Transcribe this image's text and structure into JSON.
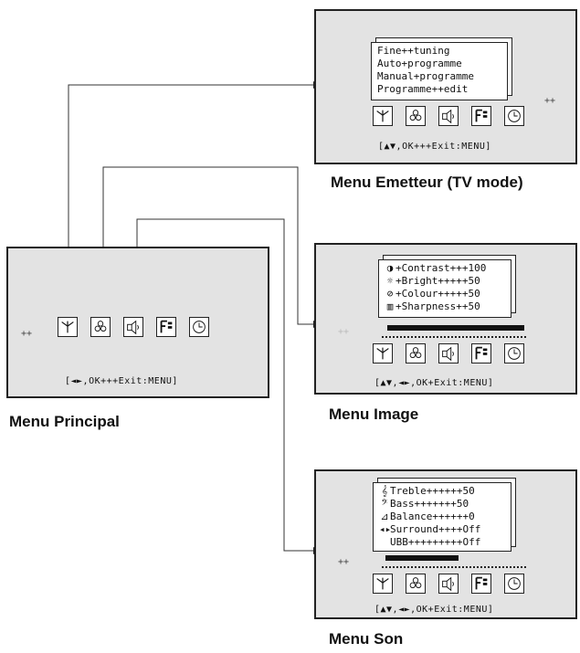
{
  "captions": {
    "principal": "Menu Principal",
    "emetteur": "Menu Emetteur (TV mode)",
    "image": "Menu Image",
    "son": "Menu Son"
  },
  "icons": [
    "antenna-icon",
    "picture-icon",
    "sound-icon",
    "special-icon",
    "clock-icon"
  ],
  "principal": {
    "selector": "++",
    "hint": "[◄►,OK+++Exit:MENU]"
  },
  "emetteur": {
    "items": [
      "Fine++tuning",
      "Auto+programme",
      "Manual+programme",
      "Programme++edit"
    ],
    "selector": "++",
    "hint": "[▲▼,OK+++Exit:MENU]"
  },
  "image": {
    "items": [
      {
        "sym": "◑",
        "text": "+Contrast+++100"
      },
      {
        "sym": "☼",
        "text": "+Bright+++++50"
      },
      {
        "sym": "⊘",
        "text": "+Colour+++++50"
      },
      {
        "sym": "▥",
        "text": "+Sharpness++50"
      }
    ],
    "selector": "++",
    "bar_level": 1.0,
    "hint": "[▲▼,◄►,OK+Exit:MENU]"
  },
  "son": {
    "items": [
      {
        "sym": "𝄞",
        "text": "Treble++++++50"
      },
      {
        "sym": "𝄢",
        "text": "Bass+++++++50"
      },
      {
        "sym": "⊿",
        "text": "Balance++++++0"
      },
      {
        "sym": "◂▸",
        "text": "Surround++++Off"
      },
      {
        "sym": "",
        "text": "UBB+++++++++Off"
      }
    ],
    "selector": "++",
    "bar_level": 0.5,
    "hint": "[▲▼,◄►,OK+Exit:MENU]"
  }
}
